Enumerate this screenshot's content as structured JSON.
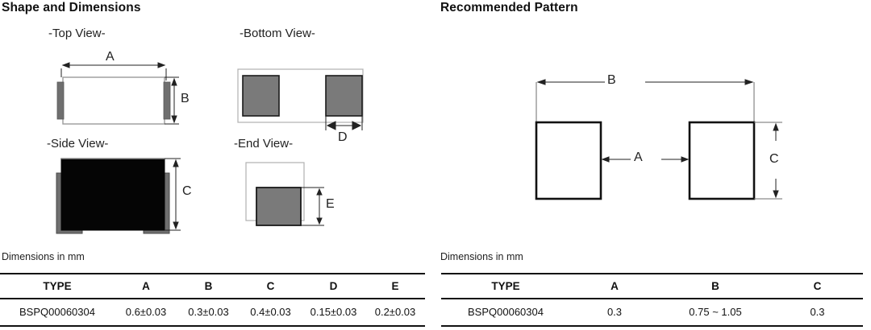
{
  "left": {
    "title": "Shape and Dimensions",
    "views": {
      "top": "-Top View-",
      "bottom": "-Bottom View-",
      "side": "-Side View-",
      "end": "-End View-"
    },
    "callouts": {
      "a": "A",
      "b": "B",
      "c": "C",
      "d": "D",
      "e": "E"
    },
    "units_note": "Dimensions in mm",
    "table": {
      "headers": [
        "TYPE",
        "A",
        "B",
        "C",
        "D",
        "E"
      ],
      "rows": [
        [
          "BSPQ00060304",
          "0.6±0.03",
          "0.3±0.03",
          "0.4±0.03",
          "0.15±0.03",
          "0.2±0.03"
        ]
      ]
    }
  },
  "right": {
    "title": "Recommended Pattern",
    "callouts": {
      "a": "A",
      "b": "B",
      "c": "C"
    },
    "units_note": "Dimensions in mm",
    "table": {
      "headers": [
        "TYPE",
        "A",
        "B",
        "C"
      ],
      "rows": [
        [
          "BSPQ00060304",
          "0.3",
          "0.75 ~ 1.05",
          "0.3"
        ]
      ]
    }
  },
  "colors": {
    "ink": "#111111",
    "body_black": "#050505",
    "terminal_grey": "#6f6f6f",
    "pad_grey": "#7a7a7a",
    "outline_light": "#a8a8a8",
    "rule": "#111111",
    "page_bg": "#ffffff"
  }
}
